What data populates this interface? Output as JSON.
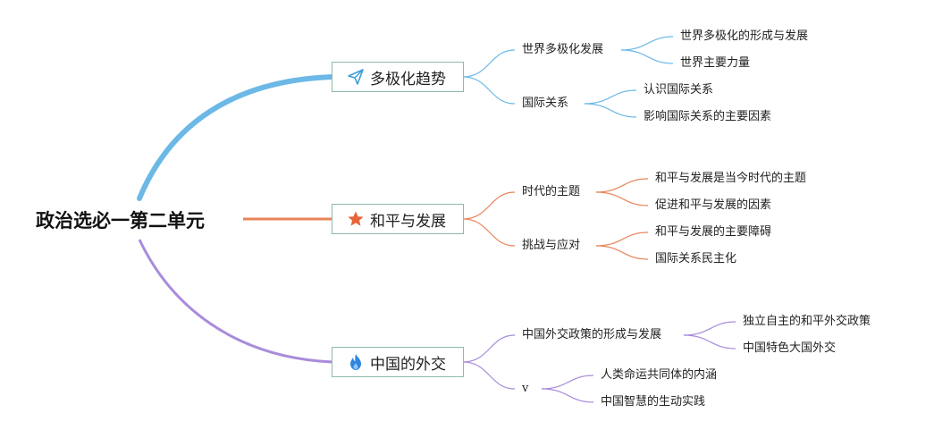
{
  "root": {
    "label": "政治选必一第二单元"
  },
  "colors": {
    "branch1": "#6cb8e6",
    "branch2": "#e8845a",
    "branch3": "#a98bdb",
    "box_border": "#8fb9a8"
  },
  "branches": [
    {
      "label": "多极化趋势",
      "icon": "paper-plane-icon",
      "children": [
        {
          "label": "世界多极化发展",
          "children": [
            "世界多极化的形成与发展",
            "世界主要力量"
          ]
        },
        {
          "label": "国际关系",
          "children": [
            "认识国际关系",
            "影响国际关系的主要因素"
          ]
        }
      ]
    },
    {
      "label": "和平与发展",
      "icon": "star-icon",
      "children": [
        {
          "label": "时代的主题",
          "children": [
            "和平与发展是当今时代的主题",
            "促进和平与发展的因素"
          ]
        },
        {
          "label": "挑战与应对",
          "children": [
            "和平与发展的主要障碍",
            "国际关系民主化"
          ]
        }
      ]
    },
    {
      "label": "中国的外交",
      "icon": "flame-icon",
      "children": [
        {
          "label": "中国外交政策的形成与发展",
          "children": [
            "独立自主的和平外交政策",
            "中国特色大国外交"
          ]
        },
        {
          "label": "v",
          "children": [
            "人类命运共同体的内涵",
            "中国智慧的生动实践"
          ]
        }
      ]
    }
  ]
}
